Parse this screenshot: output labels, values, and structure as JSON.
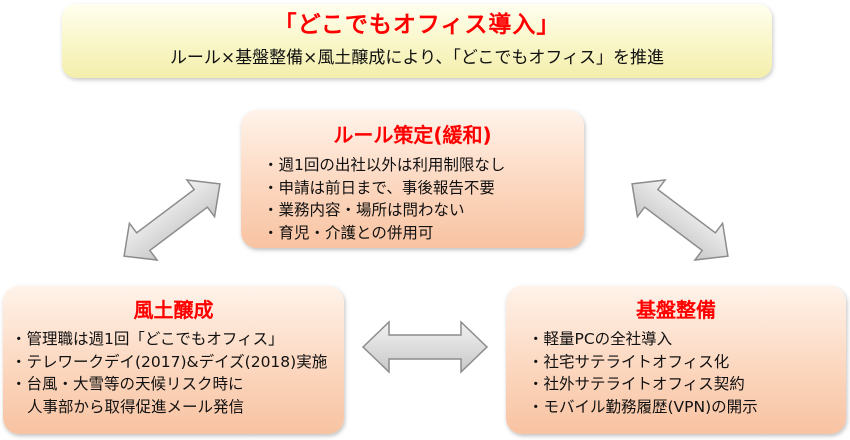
{
  "banner": {
    "title": "「どこでもオフィス導入」",
    "subtitle": "ルール×基盤整備×風土醸成により、「どこでもオフィス」を推進"
  },
  "boxes": {
    "rule": {
      "title": "ルール策定(緩和)",
      "items": [
        "・週1回の出社以外は利用制限なし",
        "・申請は前日まで、事後報告不要",
        "・業務内容・場所は問わない",
        "・育児・介護との併用可"
      ]
    },
    "culture": {
      "title": "風土醸成",
      "items": [
        "・管理職は週1回「どこでもオフィス」",
        "・テレワークデイ(2017)&デイズ(2018)実施",
        "・台風・大雪等の天候リスク時に",
        "人事部から取得促進メール発信"
      ]
    },
    "infra": {
      "title": "基盤整備",
      "items": [
        "・軽量PCの全社導入",
        "・社宅サテライトオフィス化",
        "・社外サテライトオフィス契約",
        "・モバイル勤務履歴(VPN)の開示"
      ]
    }
  },
  "colors": {
    "title_red": "#ff0000",
    "box_fill": "#fbd5bc",
    "banner_fill": "#f9f6c7",
    "arrow_fill": "#d9d9d9",
    "arrow_stroke": "#8c8c8c"
  }
}
